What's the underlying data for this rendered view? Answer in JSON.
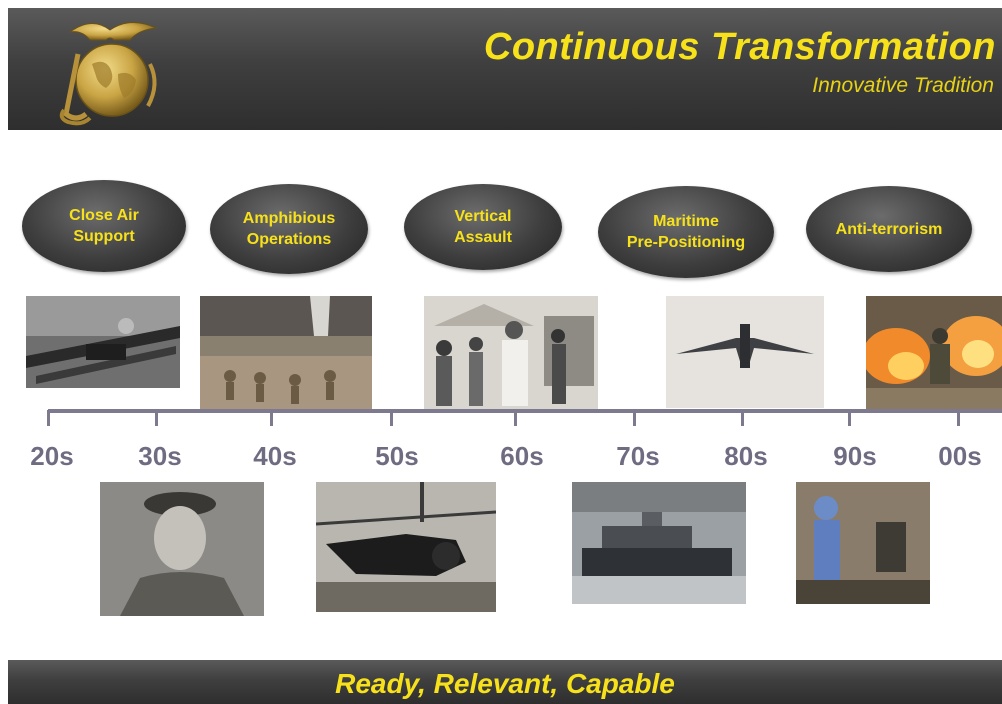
{
  "header": {
    "title": "Continuous Transformation",
    "subtitle": "Innovative Tradition"
  },
  "milestones": [
    {
      "label": "Close Air\nSupport"
    },
    {
      "label": "Amphibious\nOperations"
    },
    {
      "label": "Vertical\nAssault"
    },
    {
      "label": "Maritime\nPre-Positioning"
    },
    {
      "label": "Anti-terrorism"
    }
  ],
  "timeline": {
    "decades": [
      "20s",
      "30s",
      "40s",
      "50s",
      "60s",
      "70s",
      "80s",
      "90s",
      "00s"
    ]
  },
  "footer": {
    "tagline": "Ready, Relevant, Capable"
  },
  "colors": {
    "banner": "#3f3f3f",
    "accent_yellow": "#f7e11a",
    "axis": "#7d7a90"
  }
}
